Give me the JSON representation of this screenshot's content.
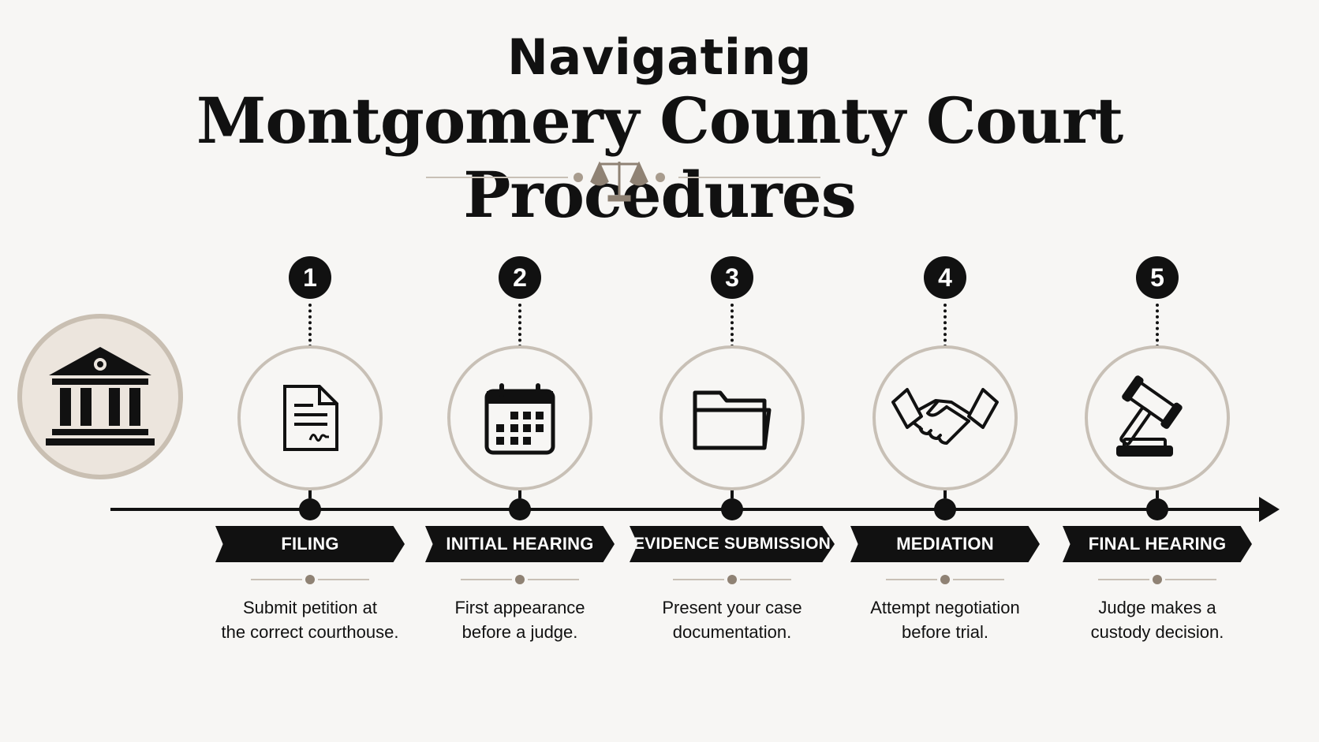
{
  "title": {
    "line1": "Navigating",
    "line2": "Montgomery County Court Procedures"
  },
  "icons": {
    "divider": "scales-of-justice-icon",
    "start": "courthouse-icon"
  },
  "colors": {
    "accent": "#c8c0b6",
    "dark": "#111111",
    "background": "#f7f6f4"
  },
  "steps": [
    {
      "number": "1",
      "label": "FILING",
      "icon": "document-signature-icon",
      "description_line1": "Submit petition at",
      "description_line2": "the correct courthouse."
    },
    {
      "number": "2",
      "label": "INITIAL HEARING",
      "icon": "calendar-icon",
      "description_line1": "First appearance",
      "description_line2": "before a judge."
    },
    {
      "number": "3",
      "label": "EVIDENCE SUBMISSION",
      "icon": "folder-icon",
      "description_line1": "Present your case",
      "description_line2": "documentation."
    },
    {
      "number": "4",
      "label": "MEDIATION",
      "icon": "handshake-icon",
      "description_line1": "Attempt negotiation",
      "description_line2": "before trial."
    },
    {
      "number": "5",
      "label": "FINAL HEARING",
      "icon": "gavel-icon",
      "description_line1": "Judge makes a",
      "description_line2": "custody decision."
    }
  ]
}
